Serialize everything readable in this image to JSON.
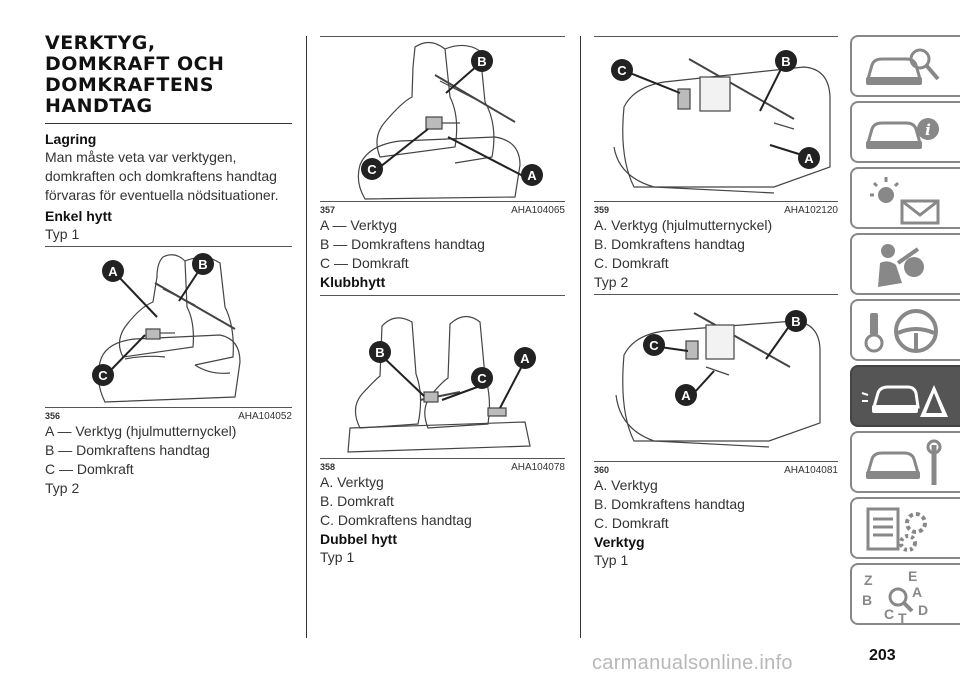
{
  "col1": {
    "title_lines": [
      "VERKTYG,",
      "DOMKRAFT OCH",
      "DOMKRAFTENS",
      "HANDTAG"
    ],
    "section1": "Lagring",
    "section1_text": "Man måste veta var verktygen, domkraften och domkraftens handtag förvaras för eventuella nödsituationer.",
    "section2": "Enkel hytt",
    "type1": "Typ 1",
    "fig": {
      "number": "356",
      "id": "AHA104052",
      "labels": [
        "A",
        "B",
        "C"
      ]
    },
    "legend": [
      "A — Verktyg (hjulmutternyckel)",
      "B — Domkraftens handtag",
      "C — Domkraft"
    ],
    "type2": "Typ 2"
  },
  "col2": {
    "fig1": {
      "number": "357",
      "id": "AHA104065",
      "labels": [
        "B",
        "C",
        "A"
      ]
    },
    "legend1": [
      "A — Verktyg",
      "B — Domkraftens handtag",
      "C — Domkraft"
    ],
    "section": "Klubbhytt",
    "fig2": {
      "number": "358",
      "id": "AHA104078",
      "labels": [
        "B",
        "C",
        "A"
      ]
    },
    "legend2": [
      "A. Verktyg",
      "B. Domkraft",
      "C. Domkraftens handtag"
    ],
    "section2": "Dubbel hytt",
    "type1": "Typ 1"
  },
  "col3": {
    "fig1": {
      "number": "359",
      "id": "AHA102120",
      "labels": [
        "C",
        "B",
        "A"
      ]
    },
    "legend1": [
      "A. Verktyg (hjulmutternyckel)",
      "B. Domkraftens handtag",
      "C. Domkraft"
    ],
    "type2": "Typ 2",
    "fig2": {
      "number": "360",
      "id": "AHA104081",
      "labels": [
        "C",
        "B",
        "A"
      ]
    },
    "legend2": [
      "A. Verktyg",
      "B. Domkraftens handtag",
      "C. Domkraft"
    ],
    "section": "Verktyg",
    "type1": "Typ 1"
  },
  "sidebar": {
    "icons": [
      "car-search-icon",
      "car-info-icon",
      "warning-lights-icon",
      "airbag-person-icon",
      "key-steering-wheel-icon",
      "car-warning-triangle-icon",
      "car-wrench-icon",
      "settings-list-icon",
      "alphabetical-index-icon"
    ],
    "index_letters": [
      "Z",
      "E",
      "B",
      "A",
      "C",
      "D",
      "T"
    ],
    "active_index": 5
  },
  "page_number": "203",
  "watermark": "carmanualsonline.info"
}
